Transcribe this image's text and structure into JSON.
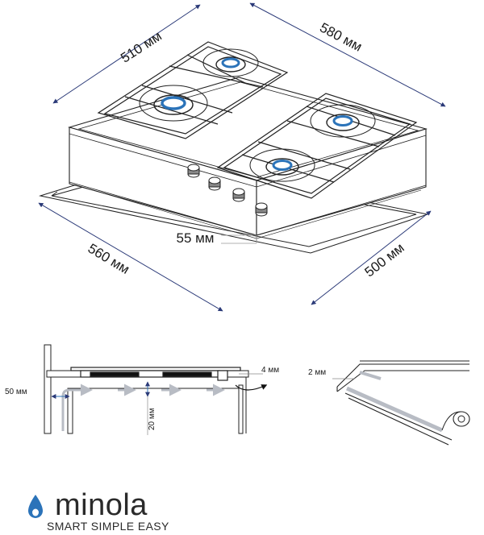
{
  "dimensions": {
    "hob_depth": "510 мм",
    "hob_width": "580 мм",
    "cutout_depth": "500 мм",
    "cutout_width": "560 мм",
    "min_edge_gap": "55 мм"
  },
  "section_detail": {
    "side_gap": "50 мм",
    "top_gap": "4 мм",
    "below_gap": "20 мм"
  },
  "seal_detail": {
    "seal_thickness": "2 мм"
  },
  "brand": {
    "name": "minola",
    "tagline": "SMART SIMPLE EASY",
    "accent_color": "#2b73b9",
    "icon": "water-drop-icon"
  }
}
